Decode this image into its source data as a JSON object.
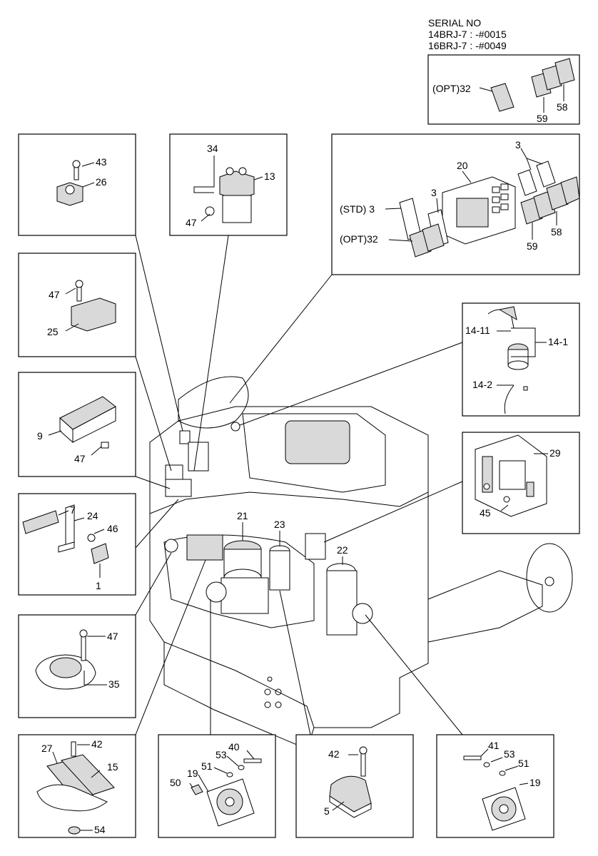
{
  "serial": {
    "title": "SERIAL NO",
    "line1": "14BRJ-7 : -#0015",
    "line2": "16BRJ-7 : -#0049"
  },
  "labels": {
    "p43": "43",
    "p26": "26",
    "p34": "34",
    "p13": "13",
    "p47a": "47",
    "p20": "20",
    "p3a": "3",
    "p3b": "3",
    "std3": "(STD) 3",
    "opt32": "(OPT)32",
    "p59a": "59",
    "p58a": "58",
    "opt32b": "(OPT)32",
    "p59b": "59",
    "p58b": "58",
    "p47b": "47",
    "p25": "25",
    "p1411": "14-11",
    "p141": "14-1",
    "p142": "14-2",
    "p9": "9",
    "p47c": "47",
    "p29": "29",
    "p45": "45",
    "p7": "7",
    "p24": "24",
    "p46": "46",
    "p1": "1",
    "p21": "21",
    "p23": "23",
    "p22": "22",
    "p47d": "47",
    "p35": "35",
    "p42a": "42",
    "p27": "27",
    "p15": "15",
    "p54": "54",
    "p40": "40",
    "p53a": "53",
    "p51a": "51",
    "p19a": "19",
    "p50": "50",
    "p42b": "42",
    "p5": "5",
    "p41": "41",
    "p53b": "53",
    "p51b": "51",
    "p19b": "19"
  }
}
